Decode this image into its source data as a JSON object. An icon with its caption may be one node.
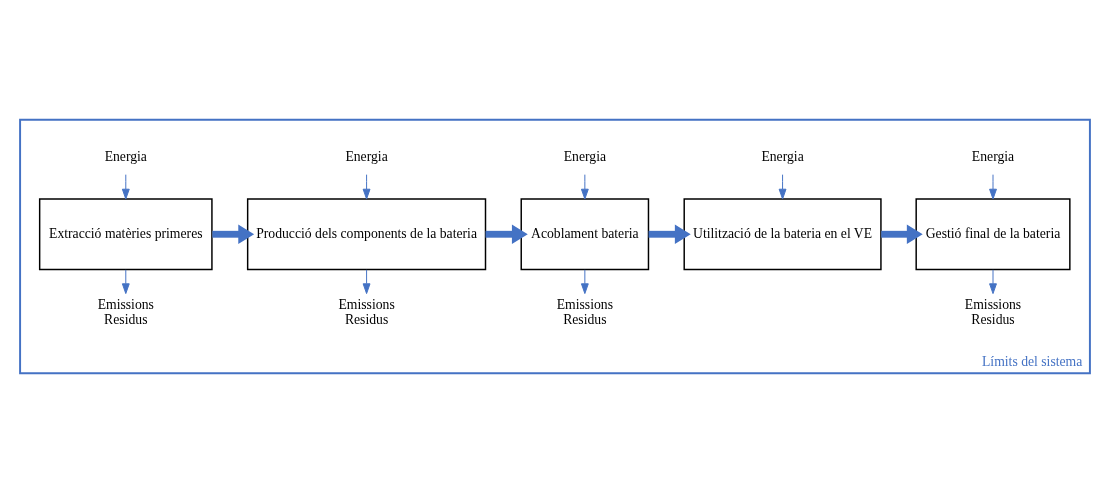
{
  "diagram": {
    "nodes": [
      {
        "text": [
          "Límits del sistema"
        ]
      },
      {
        "text": [
          "Energia"
        ],
        "in": 0
      },
      {
        "text": [
          "Extracció matèries primeres"
        ],
        "in": 0
      },
      {
        "text": [
          "Emissions",
          "Residus"
        ],
        "in": 0
      },
      {
        "text": [
          "Energia"
        ],
        "in": 0
      },
      {
        "text": [
          "Producció dels components de la bateria"
        ],
        "in": 0
      },
      {
        "text": [
          "Emissions",
          "Residus"
        ],
        "in": 0
      },
      {
        "text": [
          "Energia"
        ],
        "in": 0
      },
      {
        "text": [
          "Acoblament bateria"
        ],
        "in": 0
      },
      {
        "text": [
          "Emissions",
          "Residus"
        ],
        "in": 0
      },
      {
        "text": [
          "Energia"
        ],
        "in": 0
      },
      {
        "text": [
          "Utilització de la bateria en el VE"
        ],
        "in": 0
      },
      {
        "text": [
          "Energia"
        ],
        "in": 0
      },
      {
        "text": [
          "Gestió final de la bateria"
        ],
        "in": 0
      },
      {
        "text": [
          "Emissions",
          "Residus"
        ],
        "in": 0
      }
    ],
    "edges": [
      {
        "from": 1,
        "to": 2,
        "arrow": "to"
      },
      {
        "from": 2,
        "to": 3,
        "arrow": "to"
      },
      {
        "from": 4,
        "to": 5,
        "arrow": "to"
      },
      {
        "from": 5,
        "to": 6,
        "arrow": "to"
      },
      {
        "from": 7,
        "to": 8,
        "arrow": "to"
      },
      {
        "from": 8,
        "to": 9,
        "arrow": "to"
      },
      {
        "from": 10,
        "to": 11,
        "arrow": "to"
      },
      {
        "from": 12,
        "to": 13,
        "arrow": "to"
      },
      {
        "from": 13,
        "to": 14,
        "arrow": "to"
      },
      {
        "from": 2,
        "to": 5,
        "arrow": "to",
        "style": "thick"
      },
      {
        "from": 5,
        "to": 8,
        "arrow": "to",
        "style": "thick"
      },
      {
        "from": 8,
        "to": 11,
        "arrow": "to",
        "style": "thick"
      },
      {
        "from": 11,
        "to": 13,
        "arrow": "to",
        "style": "thick"
      }
    ]
  }
}
